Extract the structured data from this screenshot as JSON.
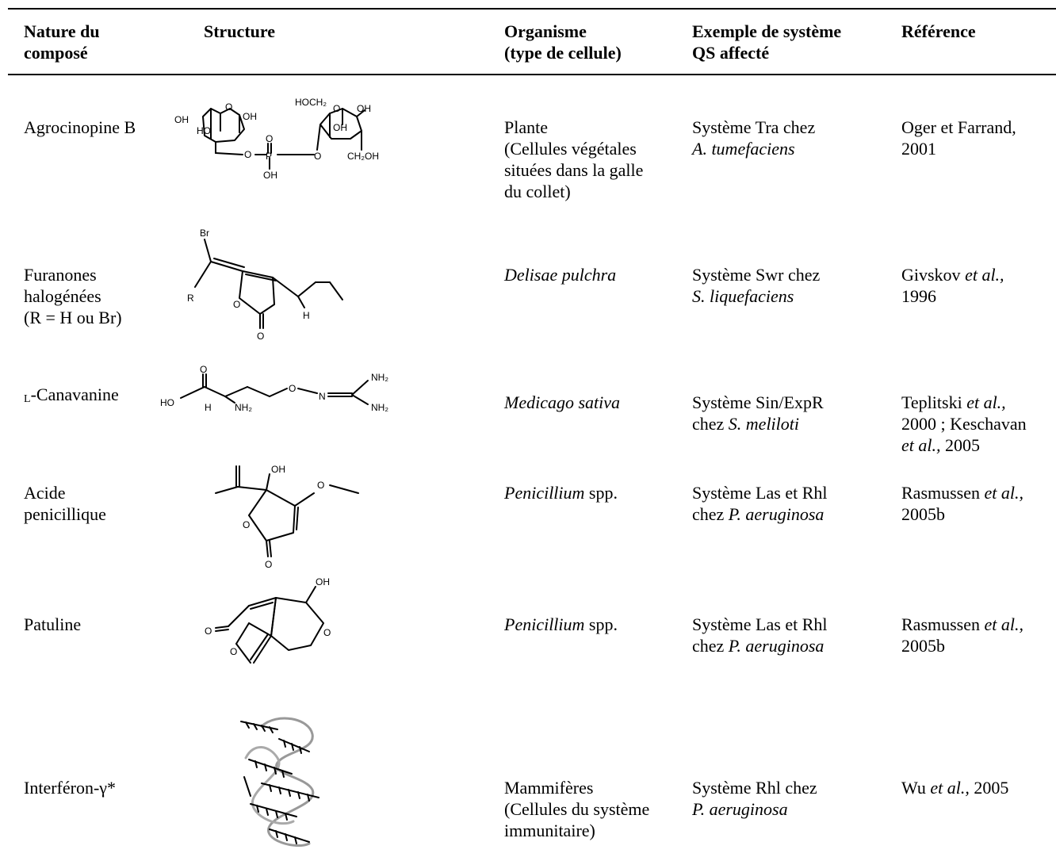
{
  "header": {
    "col1": [
      "Nature du",
      "composé"
    ],
    "col2": "Structure",
    "col3": [
      "Organisme",
      "(type de cellule)"
    ],
    "col4": [
      "Exemple de système",
      "QS affecté"
    ],
    "col5": "Référence"
  },
  "rows": [
    {
      "compound": [
        "Agrocinopine B"
      ],
      "organism": [
        "Plante",
        "(Cellules végétales",
        "situées dans la galle",
        "du collet)"
      ],
      "qs": {
        "line1": "Système Tra chez",
        "line2_pre": "",
        "line2_it": "A. tumefaciens"
      },
      "ref": {
        "l1_pre": "Oger et Farrand,",
        "l1_it": "",
        "l2_pre": "2001",
        "l2_it": "",
        "l2_post": "",
        "l3_it": "",
        "l3_post": ""
      }
    },
    {
      "compound": [
        "Furanones",
        "halogénées",
        "(R = H ou Br)"
      ],
      "organism_it": "Delisae pulchra",
      "qs": {
        "line1": "Système Swr chez",
        "line2_pre": "",
        "line2_it": "S. liquefaciens"
      },
      "ref": {
        "l1_pre": "Givskov ",
        "l1_it": "et al.,",
        "l2_pre": "1996"
      }
    },
    {
      "compound_sub": "L",
      "compound_rest": "-Canavanine",
      "organism_it": "Medicago sativa",
      "qs": {
        "line1": "Système Sin/ExpR",
        "line2_pre": "chez ",
        "line2_it": "S. meliloti"
      },
      "ref": {
        "l1_pre": "Teplitski ",
        "l1_it": "et al.,",
        "l2_pre": "2000 ; Keschavan",
        "l3_it": "et al.,",
        "l3_post": " 2005"
      }
    },
    {
      "compound": [
        "Acide",
        "penicillique"
      ],
      "organism_it": "Penicillium",
      "organism_post": " spp.",
      "qs": {
        "line1": "Système Las et Rhl",
        "line2_pre": "chez ",
        "line2_it": "P. aeruginosa"
      },
      "ref": {
        "l1_pre": "Rasmussen ",
        "l1_it": "et al.,",
        "l2_pre": "2005b"
      }
    },
    {
      "compound": [
        "Patuline"
      ],
      "organism_it": "Penicillium",
      "organism_post": " spp.",
      "qs": {
        "line1": "Système Las et Rhl",
        "line2_pre": "chez ",
        "line2_it": "P. aeruginosa"
      },
      "ref": {
        "l1_pre": "Rasmussen ",
        "l1_it": "et al.,",
        "l2_pre": "2005b"
      }
    },
    {
      "compound": [
        "Interféron-γ*"
      ],
      "organism": [
        "Mammifères",
        "(Cellules du système",
        "immunitaire)"
      ],
      "qs": {
        "line1": "Système Rhl chez",
        "line2_pre": "",
        "line2_it": "P. aeruginosa"
      },
      "ref": {
        "l1_pre": "Wu ",
        "l1_it": "et al.,",
        "l1_post": " 2005"
      }
    }
  ],
  "structure_labels": {
    "agro": {
      "oh1": "OH",
      "oh2": "OH",
      "ho": "HO",
      "o_ring": "O",
      "o_link1": "O",
      "p": "P",
      "o_dbl": "O",
      "oh_p": "OH",
      "hoch2": "HOCH₂",
      "o_ring2": "O",
      "oh3": "OH",
      "oh4": "OH",
      "o_link2": "O",
      "ch2oh": "CH₂OH"
    },
    "furan": {
      "br": "Br",
      "r": "R",
      "o_ring": "O",
      "h": "H",
      "o_dbl": "O"
    },
    "canav": {
      "o_top": "O",
      "ho": "HO",
      "h": "H",
      "nh2a": "NH₂",
      "o_mid": "O",
      "n": "N",
      "nh2b": "NH₂",
      "nh2c": "NH₂"
    },
    "penic": {
      "oh": "OH",
      "o_meo": "O",
      "o_ring": "O",
      "o_dbl": "O"
    },
    "patul": {
      "oh": "OH",
      "o_dbl": "O",
      "o_ring1": "O",
      "o_ring2": "O"
    }
  }
}
